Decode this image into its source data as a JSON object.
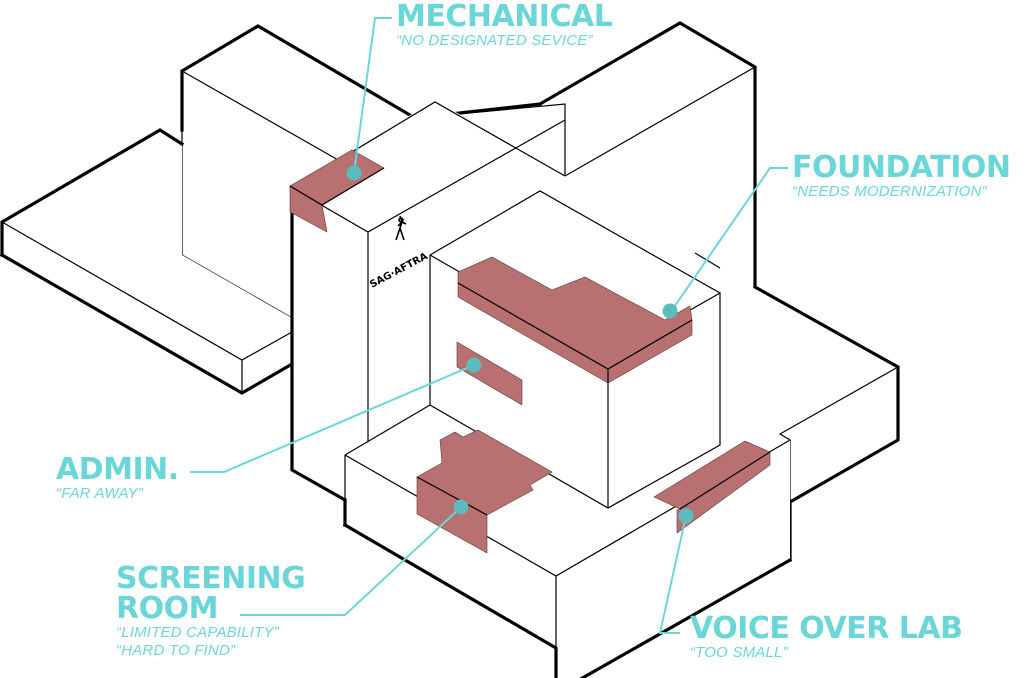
{
  "diagram": {
    "type": "isometric-building-diagram",
    "colors": {
      "accent": "#6bd6d8",
      "zone_fill": "#b87070",
      "dot_fill": "#5bbcbe",
      "outline": "#000000",
      "background": "#ffffff"
    },
    "logo": {
      "text": "SAG·AFTRA",
      "icon": "performer-figure-icon"
    },
    "callouts": [
      {
        "id": "mechanical",
        "title": "MECHANICAL",
        "notes": [
          "“NO DESIGNATED SEVICE”"
        ]
      },
      {
        "id": "foundation",
        "title": "FOUNDATION",
        "notes": [
          "“NEEDS MODERNIZATION”"
        ]
      },
      {
        "id": "admin",
        "title": "ADMIN.",
        "notes": [
          "“FAR AWAY”"
        ]
      },
      {
        "id": "screening",
        "title": "SCREENING ROOM",
        "title_lines": [
          "SCREENING",
          "ROOM"
        ],
        "notes": [
          "“LIMITED CAPABILITY”",
          "“HARD TO FIND”"
        ]
      },
      {
        "id": "voice",
        "title": "VOICE OVER LAB",
        "notes": [
          "“TOO SMALL”"
        ]
      }
    ]
  }
}
